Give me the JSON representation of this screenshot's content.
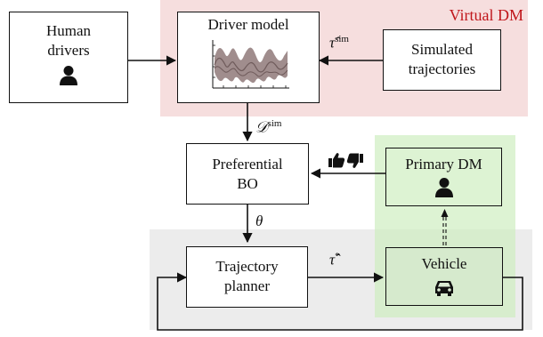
{
  "regions": {
    "virtual_dm": {
      "label": "Virtual DM",
      "fill": "#f6dede",
      "text_color": "#c0161b"
    },
    "primary_dm_area": {
      "fill": "#e3f4d9"
    },
    "vehicle_area": {
      "fill": "#ececec"
    }
  },
  "blocks": {
    "human_drivers": {
      "line1": "Human",
      "line2": "drivers",
      "icon": "person-icon"
    },
    "driver_model": {
      "title": "Driver model",
      "icon": "trajectory-distribution-plot"
    },
    "simulated_trajectories": {
      "line1": "Simulated",
      "line2": "trajectories"
    },
    "preferential_bo": {
      "line1": "Preferential",
      "line2": "BO"
    },
    "primary_dm": {
      "title": "Primary DM",
      "icon": "person-icon"
    },
    "trajectory_planner": {
      "line1": "Trajectory",
      "line2": "planner"
    },
    "vehicle": {
      "title": "Vehicle",
      "icon": "car-icon"
    }
  },
  "signals": {
    "tau_sim": {
      "base": "τ̂",
      "sup": "sim"
    },
    "d_sim": {
      "base": "𝒟",
      "sup": "sim"
    },
    "theta": {
      "base": "θ"
    },
    "tau_star": {
      "base": "τ̂",
      "sup": "*"
    }
  },
  "feedback_icons": [
    "thumbs-up-icon",
    "thumbs-down-icon"
  ]
}
